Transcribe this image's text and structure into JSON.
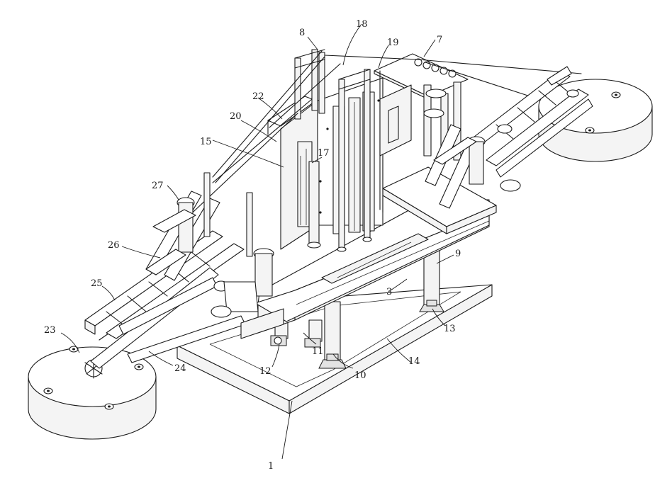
{
  "figure": {
    "part_labels": [
      {
        "id": "1",
        "text": "1"
      },
      {
        "id": "3",
        "text": "3"
      },
      {
        "id": "7",
        "text": "7"
      },
      {
        "id": "8",
        "text": "8"
      },
      {
        "id": "9",
        "text": "9"
      },
      {
        "id": "10",
        "text": "10"
      },
      {
        "id": "11",
        "text": "11"
      },
      {
        "id": "12",
        "text": "12"
      },
      {
        "id": "13",
        "text": "13"
      },
      {
        "id": "14",
        "text": "14"
      },
      {
        "id": "15",
        "text": "15"
      },
      {
        "id": "17",
        "text": "17"
      },
      {
        "id": "18",
        "text": "18"
      },
      {
        "id": "19",
        "text": "19"
      },
      {
        "id": "20",
        "text": "20"
      },
      {
        "id": "22",
        "text": "22"
      },
      {
        "id": "23",
        "text": "23"
      },
      {
        "id": "24",
        "text": "24"
      },
      {
        "id": "25",
        "text": "25"
      },
      {
        "id": "26",
        "text": "26"
      },
      {
        "id": "27",
        "text": "27"
      }
    ]
  }
}
